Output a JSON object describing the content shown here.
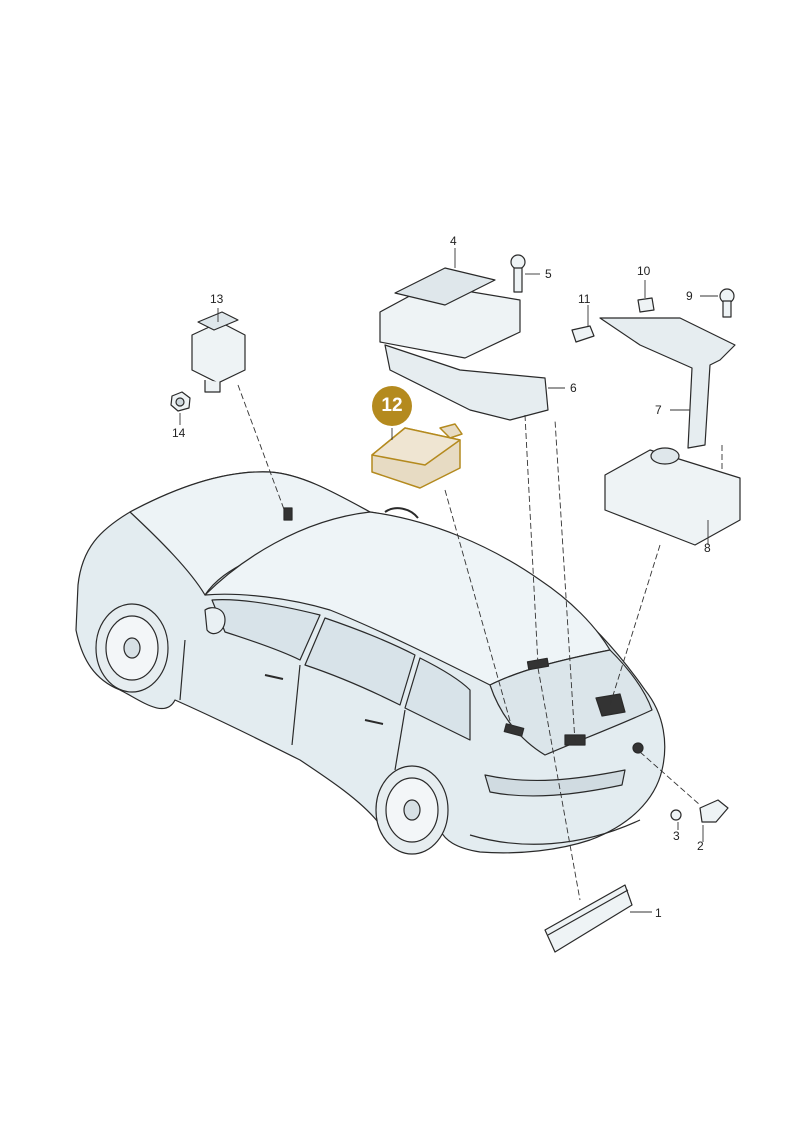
{
  "diagram": {
    "highlight_color": "#b48a1e",
    "highlight_fill": "#e7dbc3",
    "line_color": "#2a2a2a",
    "car_fill": "#e3ecf0",
    "part_fill": "#eef3f5",
    "callouts": [
      {
        "id": "1",
        "label": "1"
      },
      {
        "id": "2",
        "label": "2"
      },
      {
        "id": "3",
        "label": "3"
      },
      {
        "id": "4",
        "label": "4"
      },
      {
        "id": "5",
        "label": "5"
      },
      {
        "id": "6",
        "label": "6"
      },
      {
        "id": "7",
        "label": "7"
      },
      {
        "id": "8",
        "label": "8"
      },
      {
        "id": "9",
        "label": "9"
      },
      {
        "id": "10",
        "label": "10"
      },
      {
        "id": "11",
        "label": "11"
      },
      {
        "id": "12",
        "label": "12"
      },
      {
        "id": "13",
        "label": "13"
      },
      {
        "id": "14",
        "label": "14"
      }
    ],
    "highlighted_callout": "12"
  }
}
